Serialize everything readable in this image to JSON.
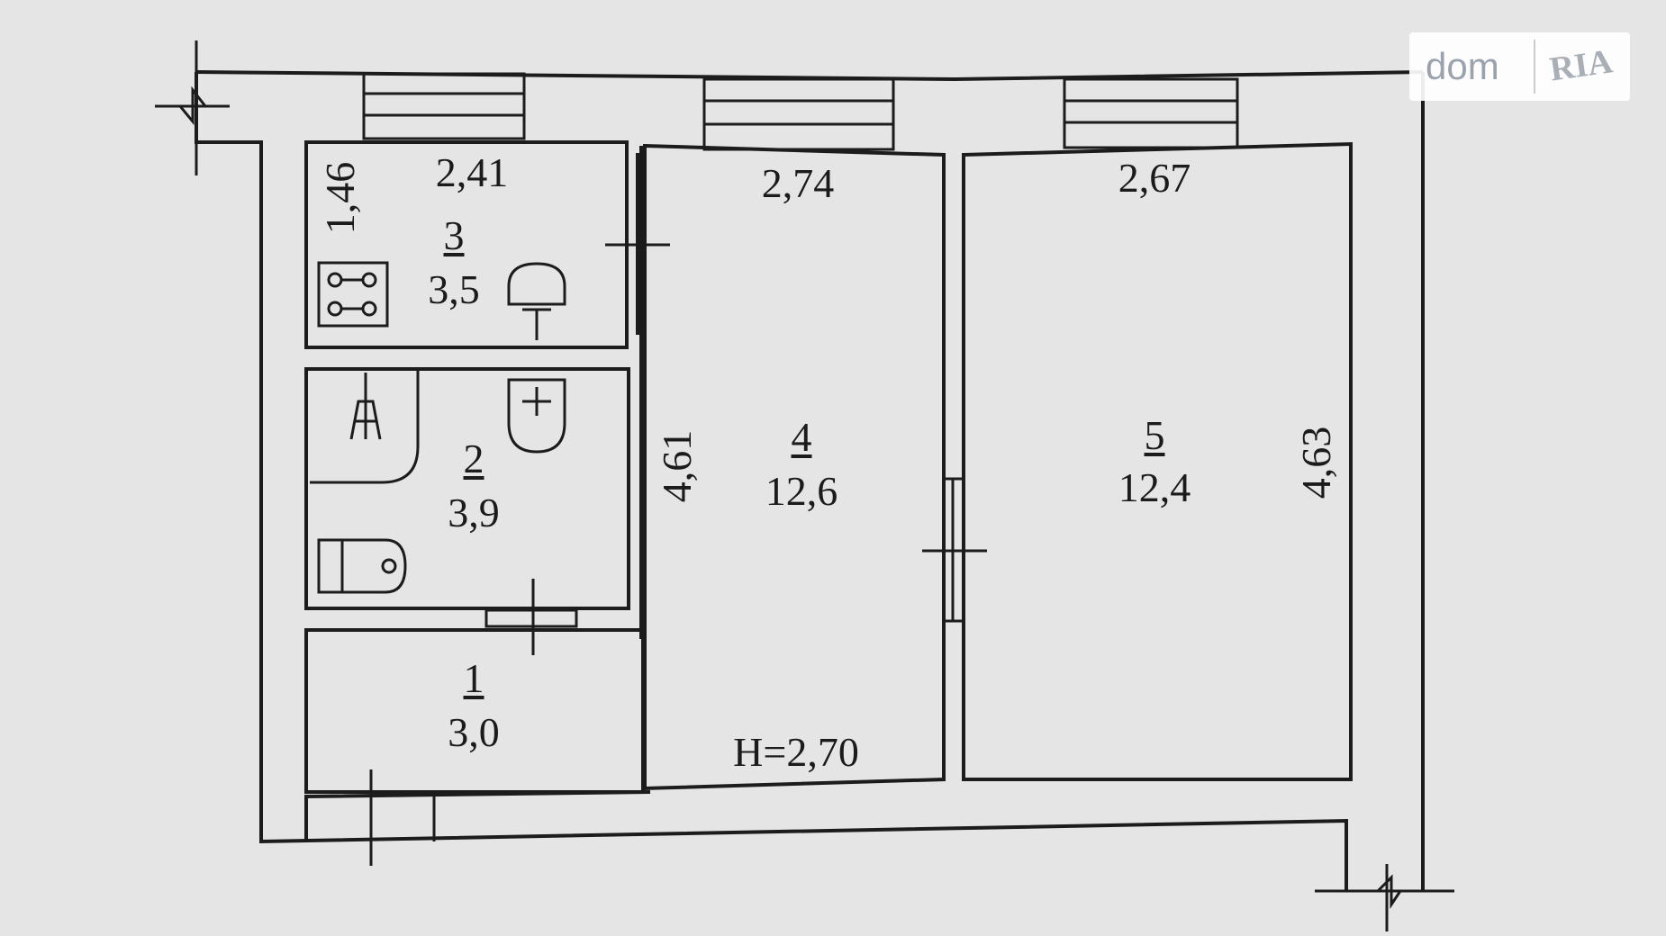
{
  "watermark": {
    "brand": "dom",
    "partner": "RIA"
  },
  "rooms": {
    "r1": {
      "number": "1",
      "area": "3,0"
    },
    "r2": {
      "number": "2",
      "area": "3,9"
    },
    "r3": {
      "number": "3",
      "area": "3,5"
    },
    "r4": {
      "number": "4",
      "area": "12,6"
    },
    "r5": {
      "number": "5",
      "area": "12,4"
    }
  },
  "dimensions": {
    "r3_width": "2,41",
    "r3_depth": "1,46",
    "r4_width": "2,74",
    "r4_depth": "4,61",
    "r5_width": "2,67",
    "r5_depth": "4,63"
  },
  "ceiling_height": "H=2,70"
}
